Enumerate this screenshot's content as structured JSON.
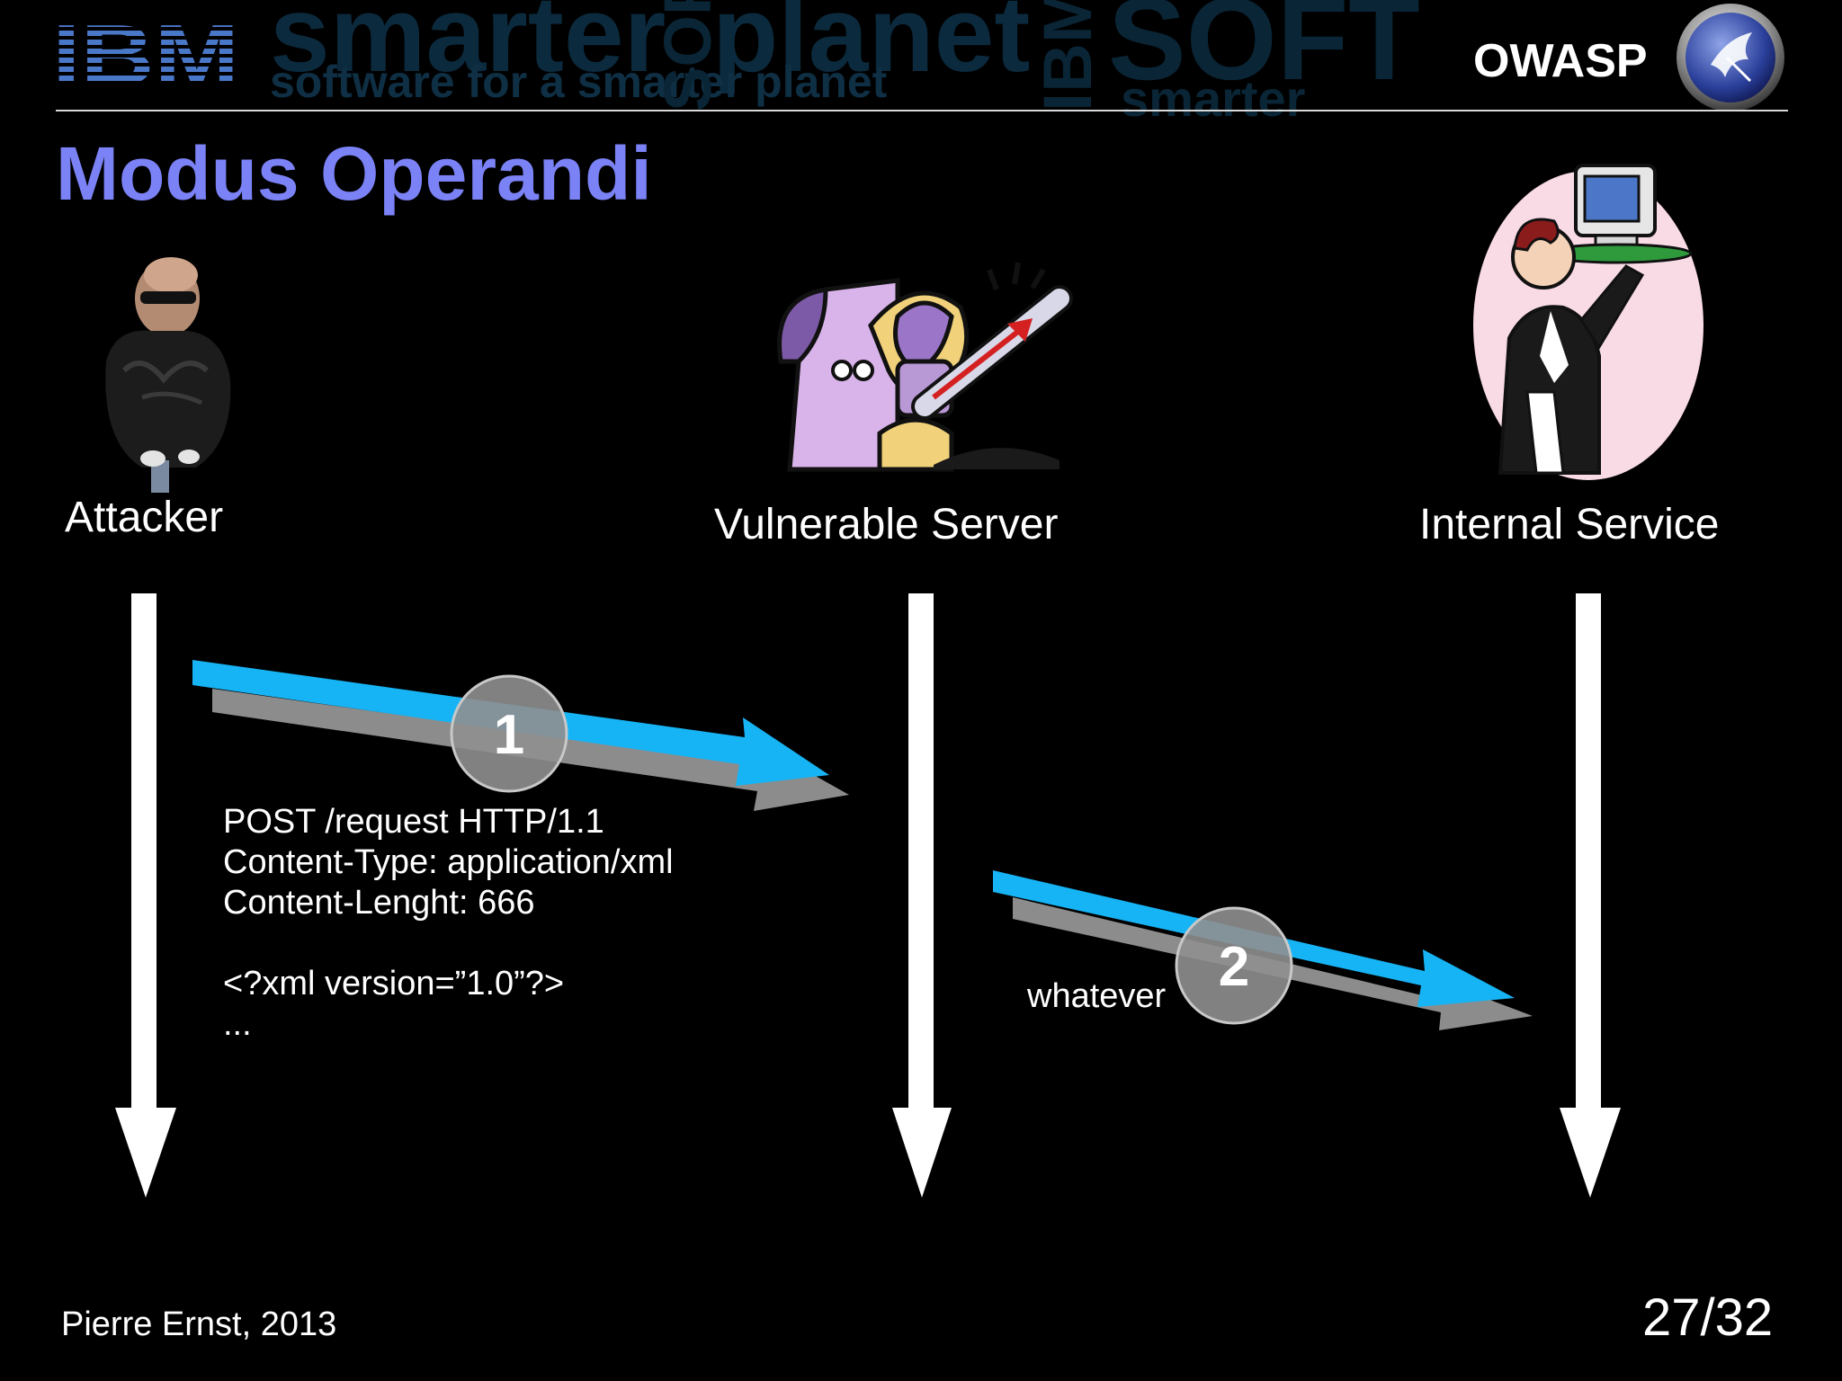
{
  "header": {
    "background_words": [
      "smarter",
      "planet",
      "SOFT",
      "software for a smarter planet",
      "SOFT",
      "IBM",
      "smarter"
    ],
    "ibm_logo_text": "IBM",
    "owasp_label": "OWASP"
  },
  "title": "Modus Operandi",
  "actors": [
    {
      "label": "Attacker",
      "illustration": "attacker-photo"
    },
    {
      "label": "Vulnerable  Server",
      "illustration": "sick-server-clipart"
    },
    {
      "label": "Internal Service",
      "illustration": "waiter-serving-computer-clipart"
    }
  ],
  "steps": [
    {
      "number": "1",
      "request_lines": [
        "POST /request HTTP/1.1",
        "Content-Type: application/xml",
        "Content-Lenght: 666",
        "",
        "<?xml version=”1.0”?>",
        "..."
      ]
    },
    {
      "number": "2",
      "label": "whatever"
    }
  ],
  "footer": {
    "author": "Pierre Ernst, 2013",
    "page_current": "27",
    "page_separator": "/",
    "page_total": "32"
  },
  "colors": {
    "title": "#7b82f6",
    "arrow_blue": "#17b4f5",
    "arrow_shadow": "#8c8c8c",
    "badge": "#8f8f8f",
    "background": "#000000"
  }
}
